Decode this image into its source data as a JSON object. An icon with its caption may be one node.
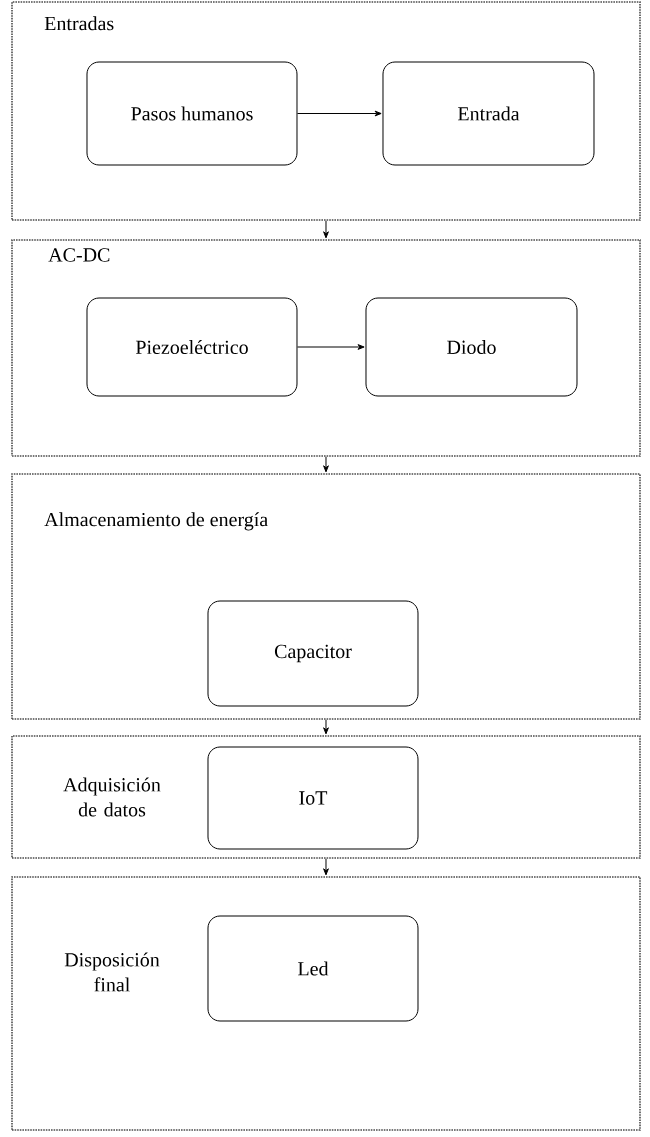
{
  "diagram": {
    "nodes": [
      {
        "text": [
          "Entradas"
        ]
      },
      {
        "text": [
          "Pasos humanos"
        ],
        "in": 0
      },
      {
        "text": [
          "Entrada"
        ],
        "in": 0
      },
      {
        "text": [
          "AC-DC"
        ]
      },
      {
        "text": [
          "Piezoeléctrico"
        ],
        "in": 3
      },
      {
        "text": [
          "Diodo"
        ],
        "in": 3
      },
      {
        "text": [
          "Almacenamiento de energía"
        ]
      },
      {
        "text": [
          "Capacitor"
        ],
        "in": 6
      },
      {
        "text": [
          "Adquisición de datos"
        ]
      },
      {
        "text": [
          "IoT"
        ],
        "in": 8
      },
      {
        "text": [
          "Disposición final"
        ]
      },
      {
        "text": [
          "Led"
        ],
        "in": 10
      }
    ],
    "edges": [
      {
        "from": 1,
        "to": 2,
        "arrow": "to"
      },
      {
        "from": 0,
        "to": 3,
        "arrow": "to"
      },
      {
        "from": 4,
        "to": 5,
        "arrow": "to"
      },
      {
        "from": 3,
        "to": 6,
        "arrow": "to"
      },
      {
        "from": 6,
        "to": 8,
        "arrow": "to"
      },
      {
        "from": 8,
        "to": 10,
        "arrow": "to"
      }
    ]
  }
}
